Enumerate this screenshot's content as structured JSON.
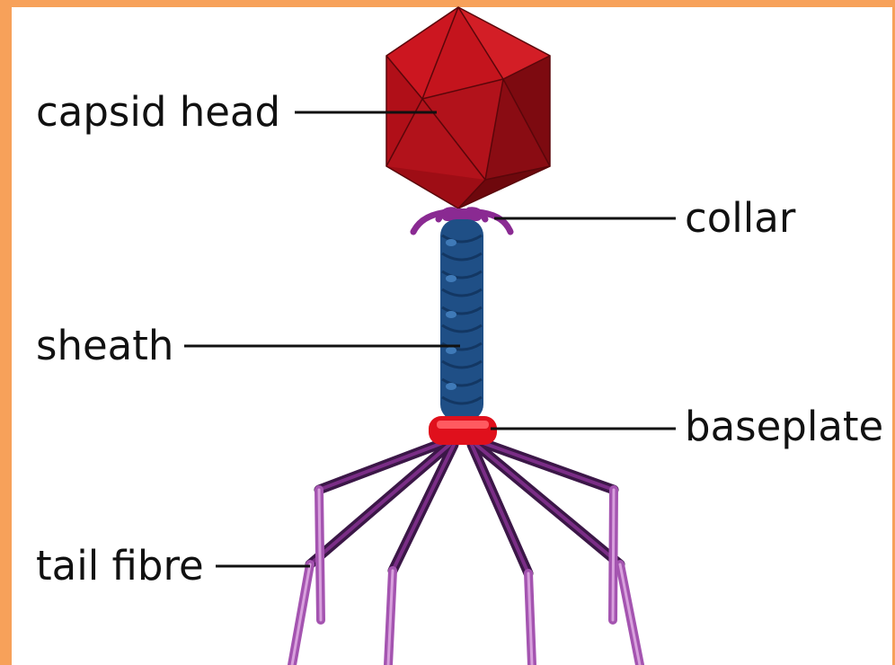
{
  "labels": {
    "capsid_head": "capsid head",
    "collar": "collar",
    "sheath": "sheath",
    "baseplate": "baseplate",
    "tail_fibre": "tail fibre"
  },
  "colors": {
    "frame": "#f7a15a",
    "capsid": "#c0111b",
    "collar": "#8a2a92",
    "sheath": "#1f4f86",
    "baseplate": "#e0101c",
    "fibre": "#a454b0",
    "line": "#111111"
  }
}
